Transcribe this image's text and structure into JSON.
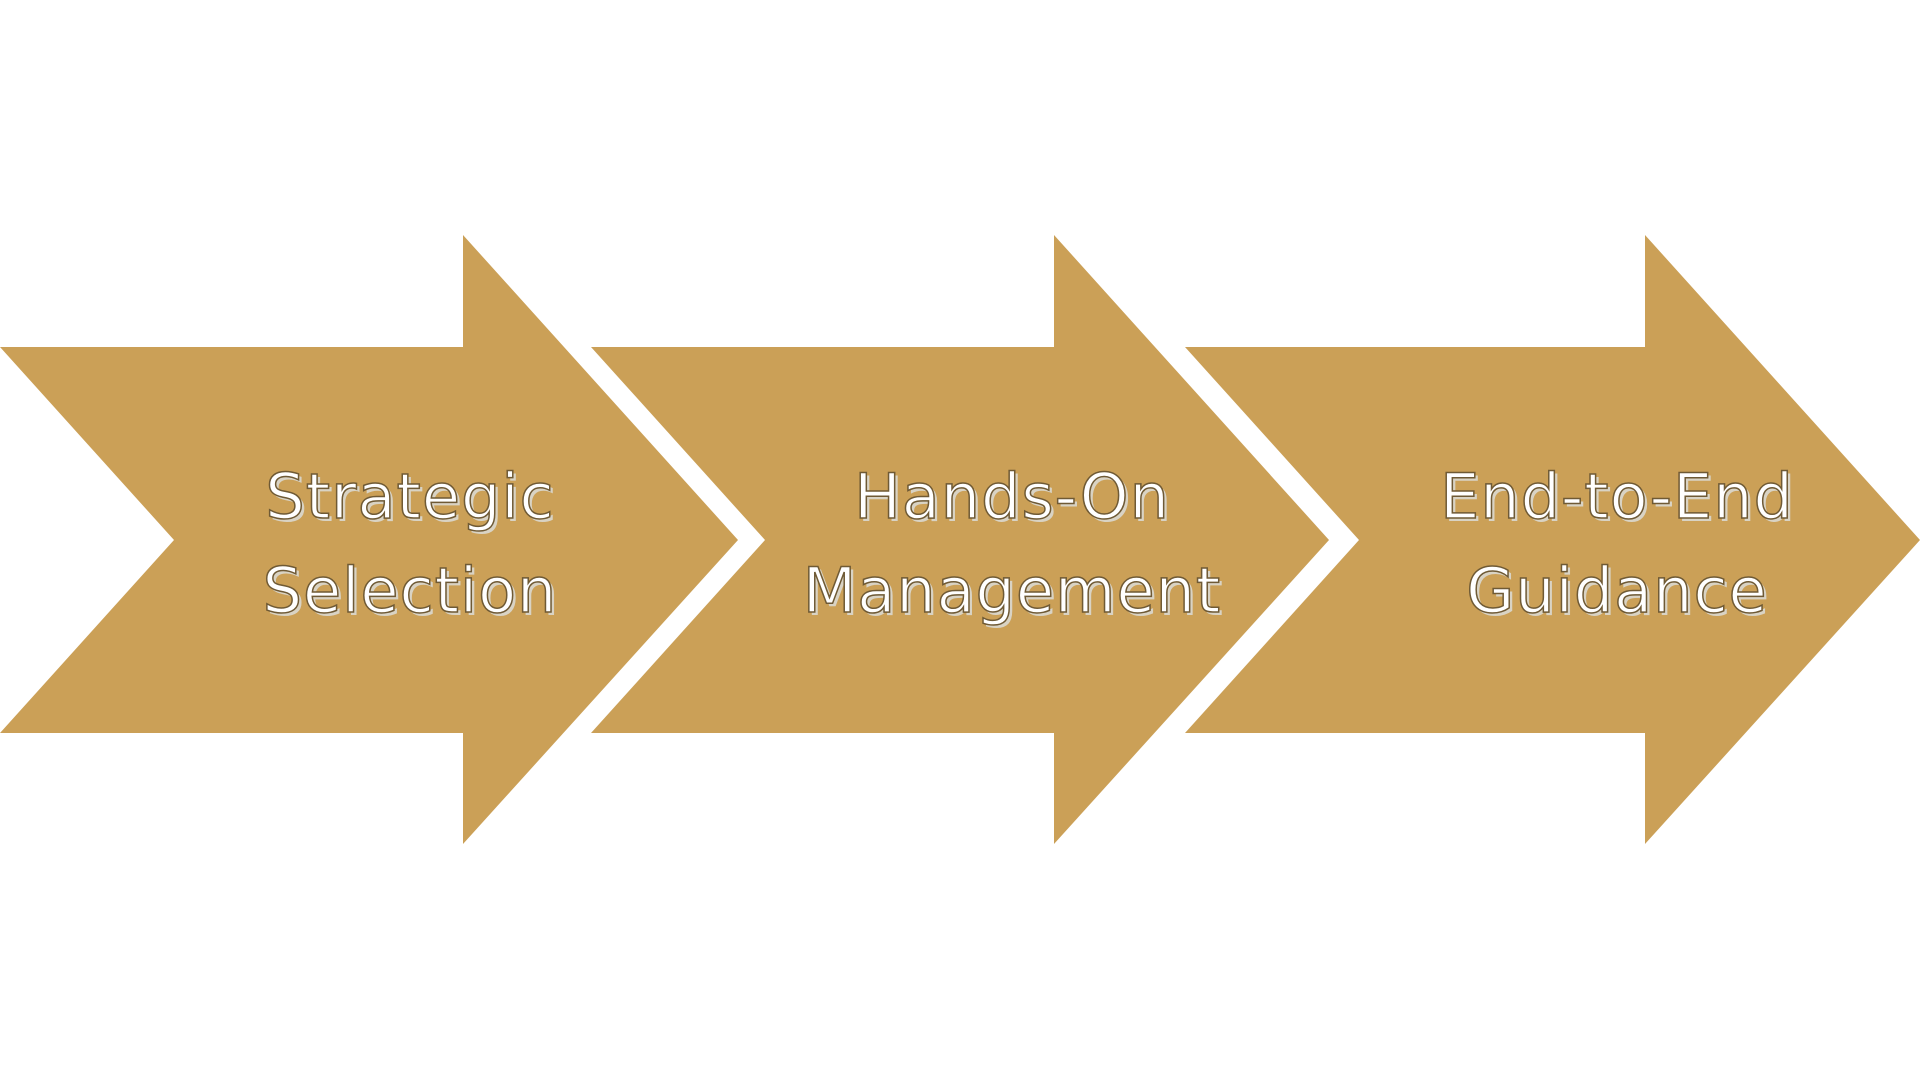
{
  "diagram": {
    "fill_color": "#CBA057",
    "background_color": "#FFFFFF",
    "steps": [
      {
        "line1": "Strategic",
        "line2": "Selection"
      },
      {
        "line1": "Hands-On",
        "line2": "Management"
      },
      {
        "line1": "End-to-End",
        "line2": "Guidance"
      }
    ]
  }
}
